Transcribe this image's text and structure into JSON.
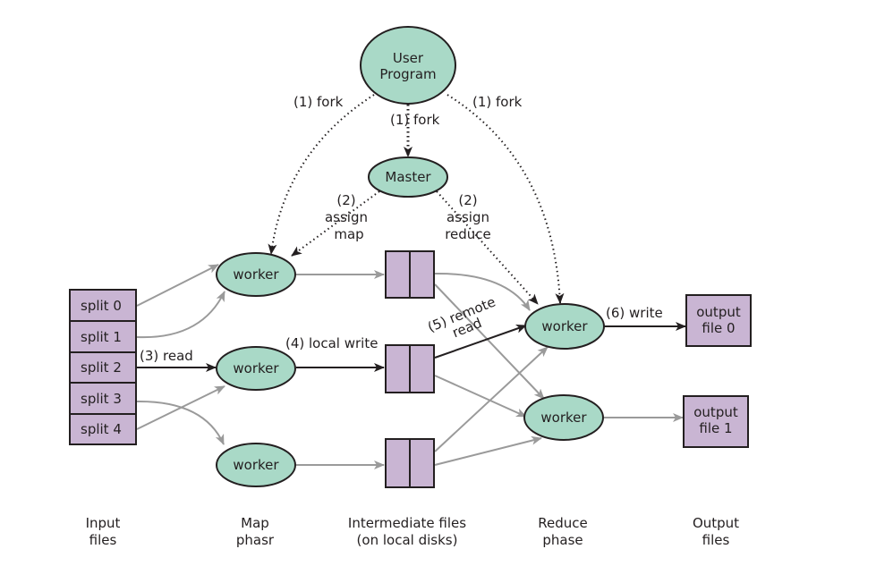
{
  "colors": {
    "process_fill": "#a9d9c7",
    "file_fill": "#c9b5d3",
    "outline": "#231f20",
    "gray_edge": "#9a9a9a"
  },
  "nodes": {
    "user_program": [
      "User",
      "Program"
    ],
    "master": "Master",
    "map_workers": [
      "worker",
      "worker",
      "worker"
    ],
    "reduce_workers": [
      "worker",
      "worker"
    ],
    "splits": [
      "split 0",
      "split 1",
      "split 2",
      "split 3",
      "split 4"
    ],
    "outputs": [
      [
        "output",
        "file 0"
      ],
      [
        "output",
        "file 1"
      ]
    ]
  },
  "edge_labels": {
    "fork_left": "(1) fork",
    "fork_center": "(1) fork",
    "fork_right": "(1) fork",
    "assign_map": [
      "(2)",
      "assign",
      "map"
    ],
    "assign_reduce": [
      "(2)",
      "assign",
      "reduce"
    ],
    "read": "(3) read",
    "local_write": "(4) local write",
    "remote_read": [
      "(5) remote",
      "read"
    ],
    "write": "(6) write"
  },
  "phase_labels": [
    [
      "Input",
      "files"
    ],
    [
      "Map",
      "phasr"
    ],
    [
      "Intermediate files",
      "(on local disks)"
    ],
    [
      "Reduce",
      "phase"
    ],
    [
      "Output",
      "files"
    ]
  ]
}
